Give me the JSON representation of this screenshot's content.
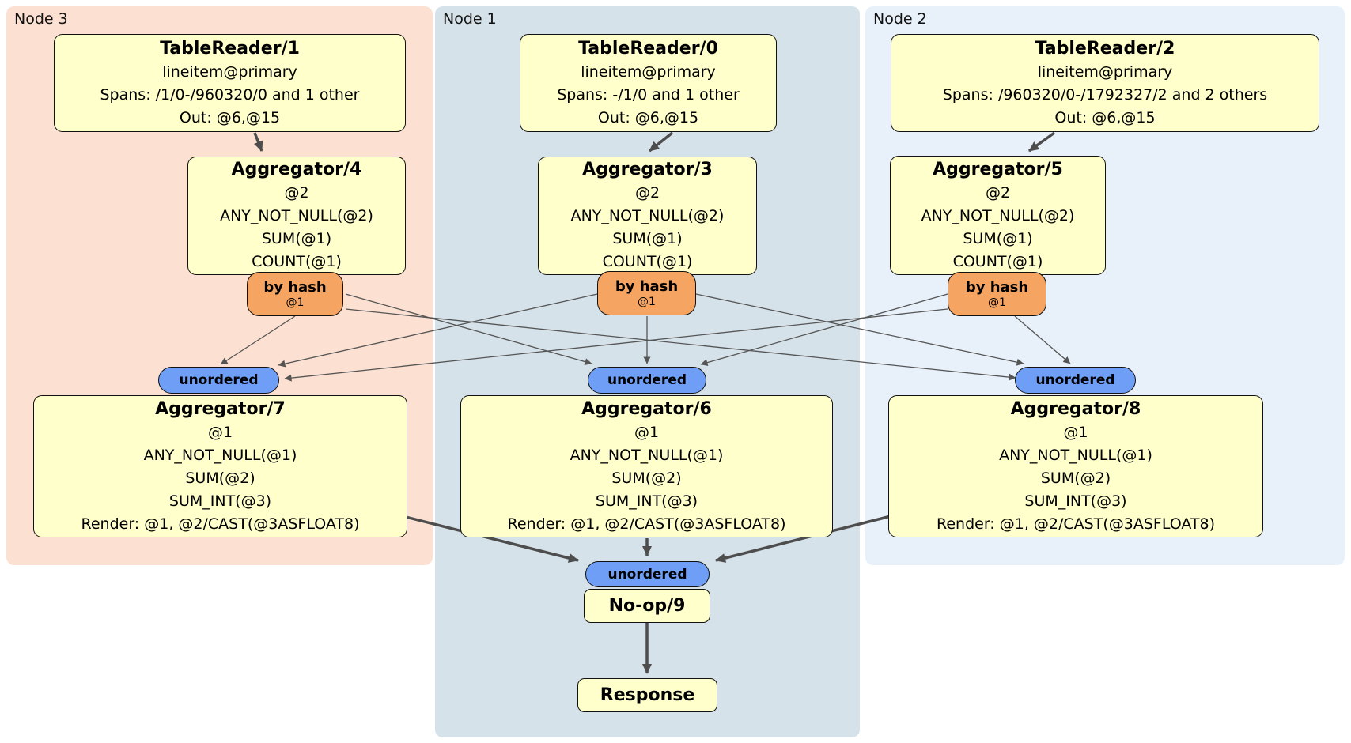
{
  "panels": [
    {
      "label": "Node 3",
      "color": "#fce0d1"
    },
    {
      "label": "Node 1",
      "color": "#d6e2ea"
    },
    {
      "label": "Node 2",
      "color": "#e8f0fa"
    }
  ],
  "boxes": {
    "tr1": {
      "title": "TableReader/1",
      "line1": "lineitem@primary",
      "line2": "Spans: /1/0-/960320/0 and 1 other",
      "line3": "Out: @6,@15"
    },
    "tr0": {
      "title": "TableReader/0",
      "line1": "lineitem@primary",
      "line2": "Spans: -/1/0 and 1 other",
      "line3": "Out: @6,@15"
    },
    "tr2": {
      "title": "TableReader/2",
      "line1": "lineitem@primary",
      "line2": "Spans: /960320/0-/1792327/2 and 2 others",
      "line3": "Out: @6,@15"
    },
    "agg4": {
      "title": "Aggregator/4",
      "line1": "@2",
      "line2": "ANY_NOT_NULL(@2)",
      "line3": "SUM(@1)",
      "line4": "COUNT(@1)"
    },
    "agg3": {
      "title": "Aggregator/3",
      "line1": "@2",
      "line2": "ANY_NOT_NULL(@2)",
      "line3": "SUM(@1)",
      "line4": "COUNT(@1)"
    },
    "agg5": {
      "title": "Aggregator/5",
      "line1": "@2",
      "line2": "ANY_NOT_NULL(@2)",
      "line3": "SUM(@1)",
      "line4": "COUNT(@1)"
    },
    "agg7": {
      "title": "Aggregator/7",
      "line1": "@1",
      "line2": "ANY_NOT_NULL(@1)",
      "line3": "SUM(@2)",
      "line4": "SUM_INT(@3)",
      "line5": "Render: @1, @2/CAST(@3ASFLOAT8)"
    },
    "agg6": {
      "title": "Aggregator/6",
      "line1": "@1",
      "line2": "ANY_NOT_NULL(@1)",
      "line3": "SUM(@2)",
      "line4": "SUM_INT(@3)",
      "line5": "Render: @1, @2/CAST(@3ASFLOAT8)"
    },
    "agg8": {
      "title": "Aggregator/8",
      "line1": "@1",
      "line2": "ANY_NOT_NULL(@1)",
      "line3": "SUM(@2)",
      "line4": "SUM_INT(@3)",
      "line5": "Render: @1, @2/CAST(@3ASFLOAT8)"
    },
    "noop": {
      "title": "No-op/9"
    },
    "response": {
      "title": "Response"
    }
  },
  "routers": [
    {
      "label": "by hash",
      "detail": "@1"
    },
    {
      "label": "by hash",
      "detail": "@1"
    },
    {
      "label": "by hash",
      "detail": "@1"
    }
  ],
  "streams": [
    {
      "label": "unordered"
    },
    {
      "label": "unordered"
    },
    {
      "label": "unordered"
    },
    {
      "label": "unordered"
    }
  ],
  "colors": {
    "box_fill": "#ffffcc",
    "router_fill": "#f5a462",
    "stream_fill": "#6e9ef5",
    "panel_node3": "#fce0d1",
    "panel_node1": "#d6e2ea",
    "panel_node2": "#e8f0fa",
    "edge": "#4d4d4d"
  }
}
